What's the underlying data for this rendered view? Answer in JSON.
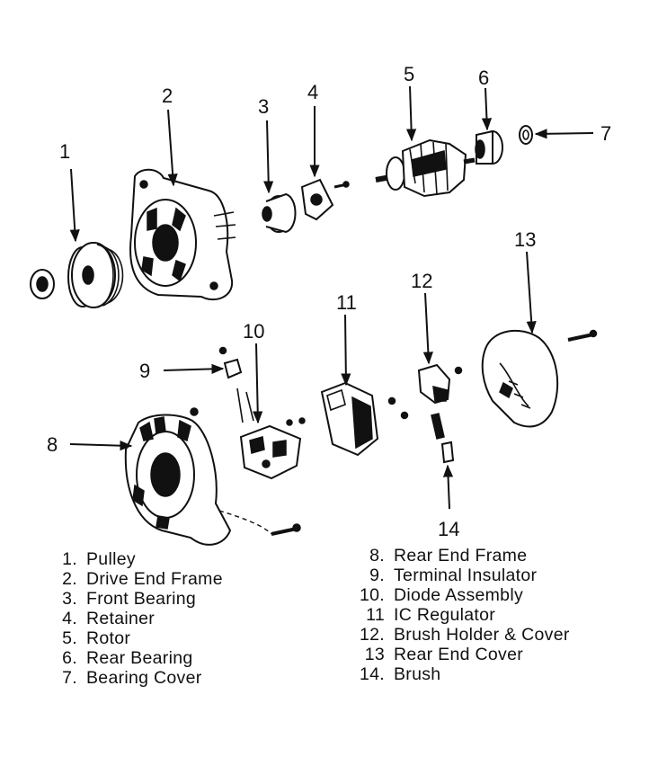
{
  "callouts": [
    {
      "id": "1",
      "label": "1"
    },
    {
      "id": "2",
      "label": "2"
    },
    {
      "id": "3",
      "label": "3"
    },
    {
      "id": "4",
      "label": "4"
    },
    {
      "id": "5",
      "label": "5"
    },
    {
      "id": "6",
      "label": "6"
    },
    {
      "id": "7",
      "label": "7"
    },
    {
      "id": "8",
      "label": "8"
    },
    {
      "id": "9",
      "label": "9"
    },
    {
      "id": "10",
      "label": "10"
    },
    {
      "id": "11",
      "label": "11"
    },
    {
      "id": "12",
      "label": "12"
    },
    {
      "id": "13",
      "label": "13"
    },
    {
      "id": "14",
      "label": "14"
    }
  ],
  "legend": {
    "left": [
      {
        "num": "1.",
        "name": "Pulley"
      },
      {
        "num": "2.",
        "name": "Drive End Frame"
      },
      {
        "num": "3.",
        "name": "Front Bearing"
      },
      {
        "num": "4.",
        "name": "Retainer"
      },
      {
        "num": "5.",
        "name": "Rotor"
      },
      {
        "num": "6.",
        "name": "Rear Bearing"
      },
      {
        "num": "7.",
        "name": "Bearing Cover"
      }
    ],
    "right": [
      {
        "num": "8.",
        "name": "Rear End Frame"
      },
      {
        "num": "9.",
        "name": "Terminal Insulator"
      },
      {
        "num": "10.",
        "name": "Diode Assembly"
      },
      {
        "num": "11",
        "name": "IC Regulator"
      },
      {
        "num": "12.",
        "name": "Brush Holder & Cover"
      },
      {
        "num": "13",
        "name": "Rear End Cover"
      },
      {
        "num": "14.",
        "name": "Brush"
      }
    ]
  }
}
